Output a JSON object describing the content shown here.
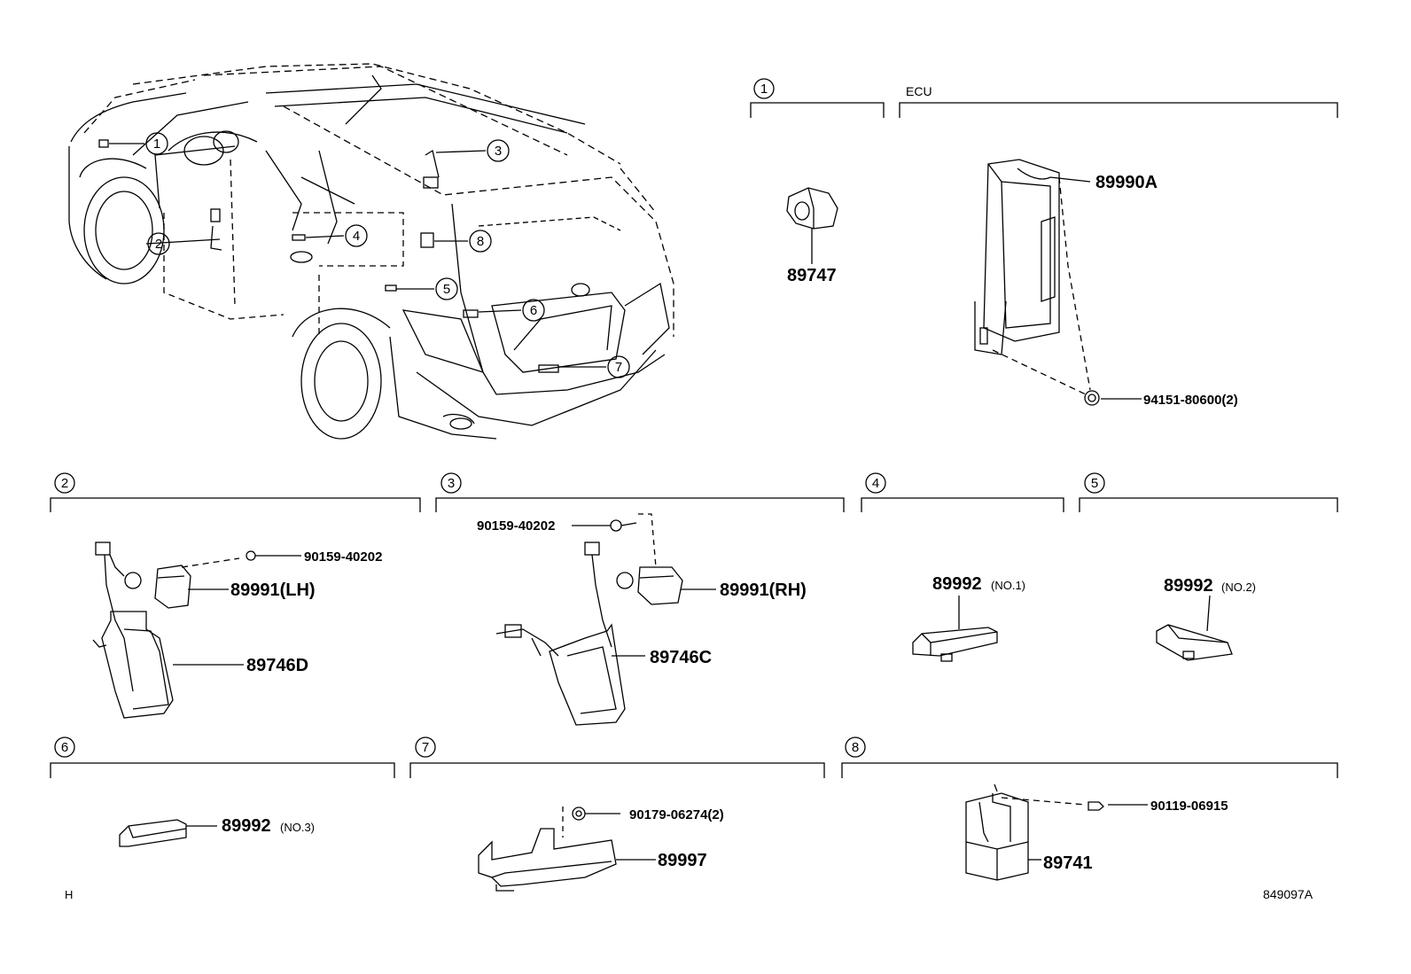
{
  "callouts": [
    "1",
    "2",
    "3",
    "4",
    "5",
    "6",
    "7",
    "8"
  ],
  "sections": {
    "s1": {
      "num": "1"
    },
    "ecu": {
      "label": "ECU"
    },
    "s2": {
      "num": "2"
    },
    "s3": {
      "num": "3"
    },
    "s4": {
      "num": "4"
    },
    "s5": {
      "num": "5"
    },
    "s6": {
      "num": "6"
    },
    "s7": {
      "num": "7"
    },
    "s8": {
      "num": "8"
    }
  },
  "parts": {
    "p89747": "89747",
    "p89990A": "89990A",
    "p94151": "94151-80600(2)",
    "p90159_lh": "90159-40202",
    "p89991lh": "89991(LH)",
    "p89746D": "89746D",
    "p90159_rh": "90159-40202",
    "p89991rh": "89991(RH)",
    "p89746C": "89746C",
    "p89992_1": "89992",
    "p89992_1_note": "(NO.1)",
    "p89992_2": "89992",
    "p89992_2_note": "(NO.2)",
    "p89992_3": "89992",
    "p89992_3_note": "(NO.3)",
    "p90179": "90179-06274(2)",
    "p89997": "89997",
    "p90119": "90119-06915",
    "p89741": "89741"
  },
  "footer": {
    "left_mark": "H",
    "diagram_id": "849097A"
  }
}
